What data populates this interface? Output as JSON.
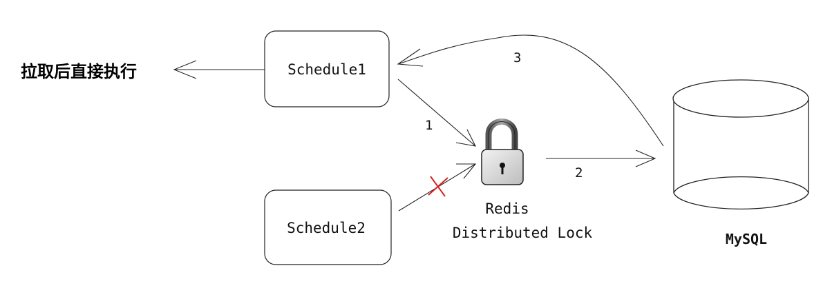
{
  "nodes": {
    "schedule1": "Schedule1",
    "schedule2": "Schedule2",
    "lock_line1": "Redis",
    "lock_line2": "Distributed Lock",
    "database": "MySQL",
    "side_note": "拉取后直接执行"
  },
  "edges": {
    "step1": "1",
    "step2": "2",
    "step3": "3"
  },
  "icons": {
    "lock": "padlock-icon",
    "blocked": "red-x-icon",
    "database": "database-cylinder-icon"
  },
  "colors": {
    "blocked_mark": "#d62020"
  }
}
